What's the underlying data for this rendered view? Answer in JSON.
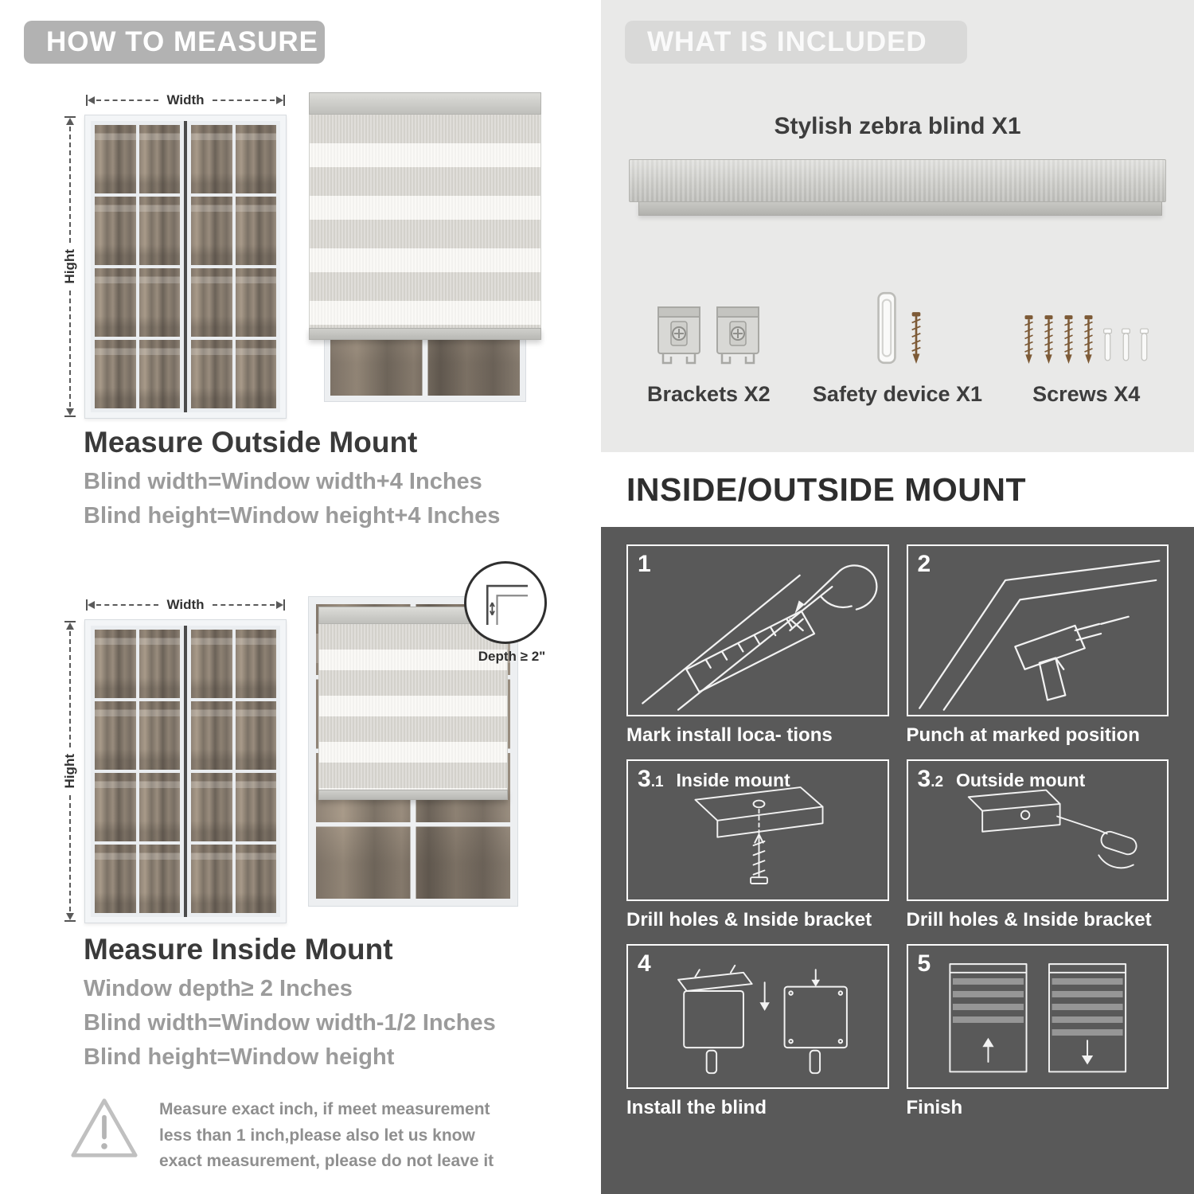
{
  "colors": {
    "banner_gray": "#b2b2b2",
    "panel_light": "#e9e9e8",
    "panel_dark": "#595959",
    "heading_text": "#3a3a3a",
    "sub_text": "#9b9b9b",
    "step_line": "#f2f2f2"
  },
  "left": {
    "banner": "HOW TO MEASURE",
    "outside_fig": {
      "width_label": "Width",
      "height_label": "Hight"
    },
    "outside": {
      "heading": "Measure Outside Mount",
      "line1": "Blind width=Window width+4 Inches",
      "line2": "Blind height=Window height+4 Inches"
    },
    "inside_fig": {
      "width_label": "Width",
      "height_label": "Hight",
      "depth_label": "Depth ≥ 2\""
    },
    "inside": {
      "heading": "Measure Inside Mount",
      "line1": "Window depth≥ 2 Inches",
      "line2": "Blind width=Window width-1/2 Inches",
      "line3": "Blind height=Window height"
    },
    "warning": "Measure exact inch, if meet measurement less than 1 inch,please also let us know exact measurement, please do not leave it"
  },
  "right": {
    "included": {
      "banner": "WHAT IS INCLUDED",
      "blind_label": "Stylish zebra blind X1",
      "labels": [
        "Brackets X2",
        "Safety device X1",
        "Screws X4"
      ]
    },
    "mount": {
      "title": "INSIDE/OUTSIDE MOUNT",
      "steps": [
        {
          "num": "1",
          "sub": "",
          "label": "",
          "caption": "Mark install loca- tions"
        },
        {
          "num": "2",
          "sub": "",
          "label": "",
          "caption": "Punch at  marked position"
        },
        {
          "num": "3",
          "sub": ".1",
          "label": "Inside mount",
          "caption": "Drill holes &  Inside bracket"
        },
        {
          "num": "3",
          "sub": ".2",
          "label": "Outside mount",
          "caption": "Drill holes &  Inside bracket"
        },
        {
          "num": "4",
          "sub": "",
          "label": "",
          "caption": "Install the blind"
        },
        {
          "num": "5",
          "sub": "",
          "label": "",
          "caption": "Finish"
        }
      ]
    }
  }
}
